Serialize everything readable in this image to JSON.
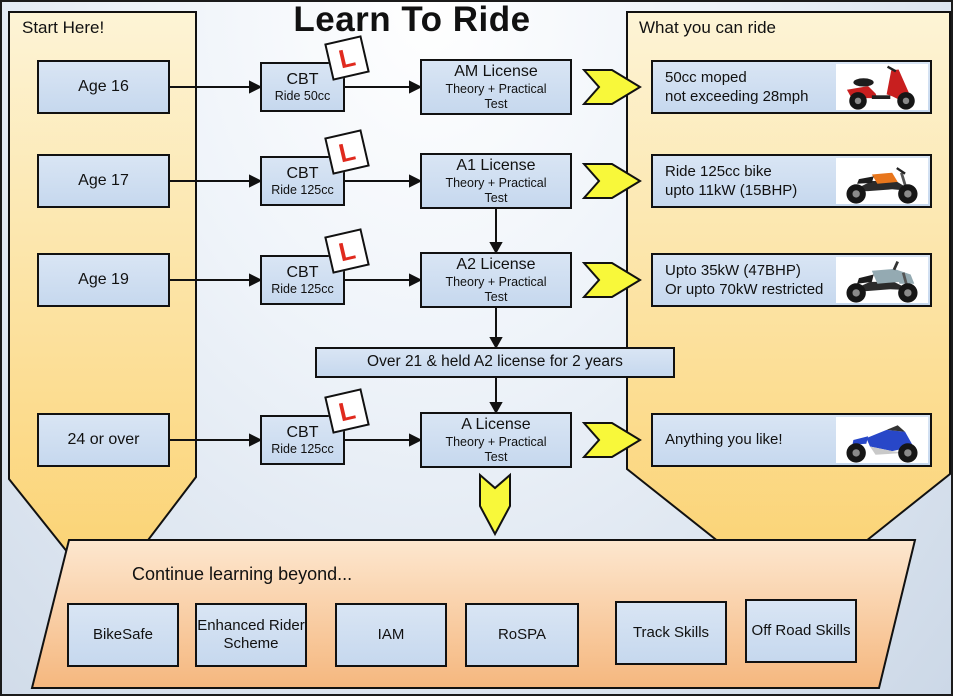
{
  "title": "Learn To Ride",
  "left_panel": {
    "header": "Start Here!",
    "items": [
      "Age 16",
      "Age 17",
      "Age 19",
      "24 or over"
    ]
  },
  "cbt_boxes": [
    {
      "title": "CBT",
      "subtitle": "Ride 50cc"
    },
    {
      "title": "CBT",
      "subtitle": "Ride 125cc"
    },
    {
      "title": "CBT",
      "subtitle": "Ride 125cc"
    },
    {
      "title": "CBT",
      "subtitle": "Ride 125cc"
    }
  ],
  "l_plate": {
    "letter": "L",
    "color": "#e02a1e"
  },
  "license_boxes": [
    {
      "title": "AM License",
      "line1": "Theory + Practical",
      "line2": "Test"
    },
    {
      "title": "A1 License",
      "line1": "Theory + Practical",
      "line2": "Test"
    },
    {
      "title": "A2 License",
      "line1": "Theory + Practical",
      "line2": "Test"
    },
    {
      "title": "A License",
      "line1": "Theory + Practical",
      "line2": "Test"
    }
  ],
  "gate_text": "Over 21 & held A2 license for 2 years",
  "right_panel": {
    "header": "What you can ride",
    "items": [
      {
        "line1": "50cc moped",
        "line2": "not exceeding 28mph",
        "bike": "scooter",
        "bike_color": "#c81f1f"
      },
      {
        "line1": "Ride 125cc bike",
        "line2": "upto 11kW (15BHP)",
        "bike": "naked",
        "bike_color": "#e8761c"
      },
      {
        "line1": "Upto 35kW (47BHP)",
        "line2": "Or upto 70kW restricted",
        "bike": "adventure",
        "bike_color": "#94aab2"
      },
      {
        "line1": "Anything you like!",
        "line2": "",
        "bike": "sport",
        "bike_color": "#2847c8"
      }
    ]
  },
  "bottom_panel": {
    "header": "Continue learning beyond...",
    "items": [
      "BikeSafe",
      "Enhanced Rider Scheme",
      "IAM",
      "RoSPA",
      "Track Skills",
      "Off Road Skills"
    ]
  },
  "colors": {
    "panel_gradient_top": "#fdf4d6",
    "panel_gradient_bottom": "#fbd16e",
    "bottom_gradient_top": "#fde7cf",
    "bottom_gradient_bottom": "#f5b77e",
    "node_fill": "#cedef2",
    "node_border": "#111111",
    "arrow_yellow": "#f8f83a",
    "background_top": "#ffffff",
    "background_bottom": "#ccd8e7"
  }
}
